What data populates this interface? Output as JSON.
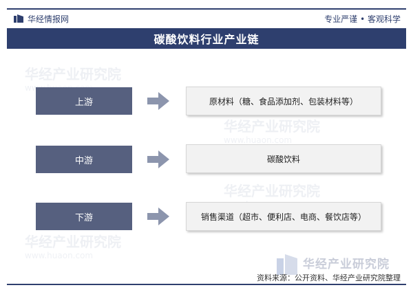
{
  "header": {
    "brand": "华经情报网",
    "slogan": "专业严谨 • 客观科学"
  },
  "title": "碳酸饮料行业产业链",
  "stages": [
    {
      "label": "上游",
      "description": "原材料（糖、食品添加剂、包装材料等）"
    },
    {
      "label": "中游",
      "description": "碳酸饮料"
    },
    {
      "label": "下游",
      "description": "销售渠道（超市、便利店、电商、餐饮店等）"
    }
  ],
  "watermark": {
    "text": "华经产业研究院",
    "url": "www.huaon.com"
  },
  "footer": {
    "brand": "华经产业研究院",
    "source": "资料来源：公开资料、华经产业研究院整理"
  },
  "colors": {
    "navy": "#2e3f6e",
    "stage_fill": "#56607f",
    "arrow_fill": "#8c95ad",
    "desc_fill": "#f2f2f2"
  }
}
